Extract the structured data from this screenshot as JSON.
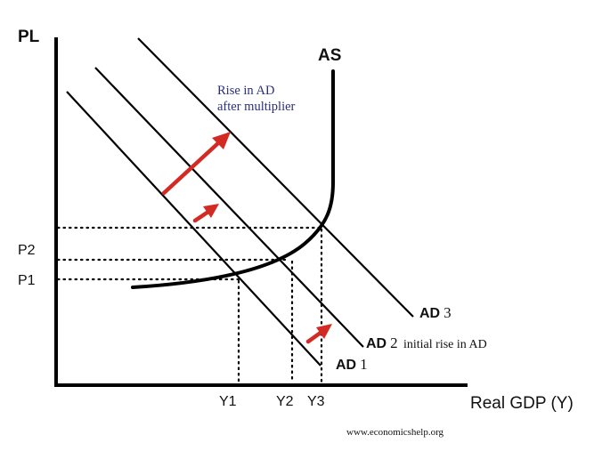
{
  "axes": {
    "y_label": "PL",
    "x_label": "Real GDP (Y)"
  },
  "curves": {
    "as_label": "AS",
    "ad1_prefix": "AD",
    "ad1_number": "1",
    "ad2_prefix": "AD",
    "ad2_number": "2",
    "ad2_note": "initial rise in AD",
    "ad3_prefix": "AD",
    "ad3_number": "3"
  },
  "price_levels": {
    "p1": "P1",
    "p2": "P2"
  },
  "output_levels": {
    "y1": "Y1",
    "y2": "Y2",
    "y3": "Y3"
  },
  "annotation": {
    "line1": "Rise in AD",
    "line2": "after multiplier"
  },
  "credit": "www.economicshelp.org",
  "colors": {
    "arrow": "#d42a24",
    "annotation": "#2b2e7e",
    "lines": "#000000"
  }
}
